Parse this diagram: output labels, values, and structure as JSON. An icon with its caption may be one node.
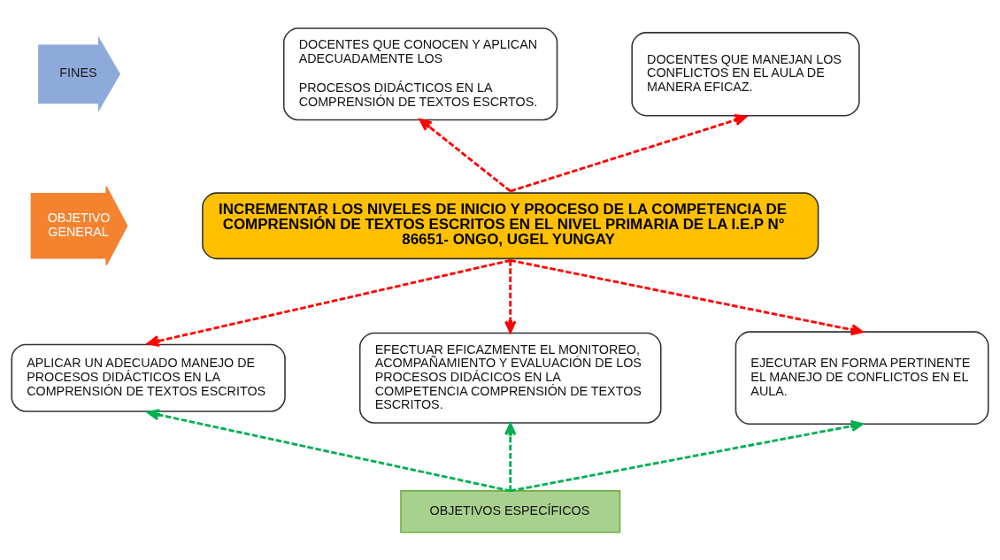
{
  "diagram": {
    "nodes": [
      {
        "text": [
          "FINES"
        ]
      },
      {
        "text": [
          "DOCENTES QUE CONOCEN Y APLICAN ADECUADAMENTE LOS",
          "PROCESOS DIDÁCTICOS EN LA COMPRENSIÓN DE TEXTOS ESCRTOS."
        ]
      },
      {
        "text": [
          "DOCENTES QUE MANEJAN LOS CONFLICTOS EN EL AULA DE MANERA EFICAZ."
        ]
      },
      {
        "text": [
          "OBJETIVO GENERAL"
        ]
      },
      {
        "text": [
          "INCREMENTAR LOS NIVELES DE INICIO Y PROCESO DE LA COMPETENCIA DE COMPRENSIÓN DE TEXTOS ESCRITOS EN EL NIVEL PRIMARIA DE LA I.E.P N° 86651- ONGO, UGEL YUNGAY"
        ]
      },
      {
        "text": [
          "APLICAR UN ADECUADO MANEJO DE PROCESOS DIDÁCTICOS EN LA COMPRENSIÓN DE TEXTOS ESCRITOS"
        ]
      },
      {
        "text": [
          "EFECTUAR EFICAZMENTE EL MONITOREO, ACOMPAÑAMIENTO Y EVALUACIÓN DE LOS PROCESOS DIDÁCICOS EN LA COMPETENCIA COMPRENSIÓN DE TEXTOS ESCRITOS."
        ]
      },
      {
        "text": [
          "EJECUTAR EN FORMA PERTINENTE EL MANEJO DE CONFLICTOS EN EL AULA."
        ]
      },
      {
        "text": [
          "OBJETIVOS ESPECÍFICOS"
        ]
      }
    ],
    "edges": [
      {
        "from": 4,
        "to": 1,
        "arrow": "to",
        "style": "dashed"
      },
      {
        "from": 4,
        "to": 2,
        "arrow": "to",
        "style": "dashed"
      },
      {
        "from": 4,
        "to": 5,
        "arrow": "to",
        "style": "dashed"
      },
      {
        "from": 4,
        "to": 6,
        "arrow": "to",
        "style": "dashed"
      },
      {
        "from": 4,
        "to": 7,
        "arrow": "to",
        "style": "dashed"
      },
      {
        "from": 8,
        "to": 5,
        "arrow": "to",
        "style": "dashed",
        "color": "#00b050"
      },
      {
        "from": 8,
        "to": 6,
        "arrow": "to",
        "style": "dashed",
        "color": "#00b050"
      },
      {
        "from": 8,
        "to": 7,
        "arrow": "to",
        "style": "dashed",
        "color": "#00b050"
      }
    ]
  }
}
